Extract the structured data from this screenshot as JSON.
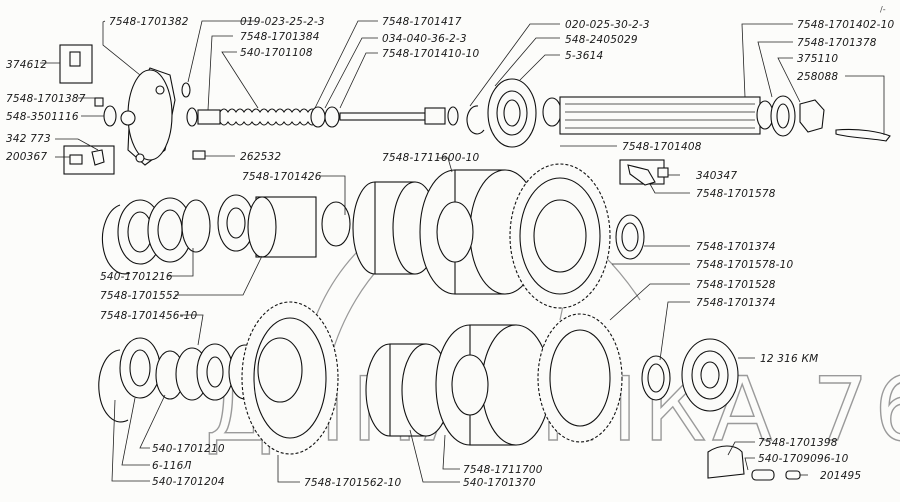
{
  "diagram": {
    "title": "Exploded view of transfer gearbox shaft assembly",
    "watermark": "ДИНАМИКА 76",
    "corner_mark": "/-"
  },
  "labels": {
    "p374612": "374612",
    "p7548_1701382": "7548-1701382",
    "p7548_1701387": "7548-1701387",
    "p548_3501116": "548-3501116",
    "p342773": "342 773",
    "p200367": "200367",
    "p019_023": "019-023-25-2-3",
    "p7548_1701384": "7548-1701384",
    "p540_1701108": "540-1701108",
    "p262532": "262532",
    "p7548_1701417": "7548-1701417",
    "p034_040": "034-040-36-2-3",
    "p7548_1701410_10": "7548-1701410-10",
    "p020_025": "020-025-30-2-3",
    "p548_2405029": "548-2405029",
    "p5_3614": "5-3614",
    "p7548_1701402_10": "7548-1701402-10",
    "p7548_1701378": "7548-1701378",
    "p375110": "375110",
    "p258088": "258088",
    "p7548_1701408": "7548-1701408",
    "p340347": "340347",
    "p7548_1701578": "7548-1701578",
    "p7548_1711600_10": "7548-1711600-10",
    "p7548_1701426": "7548-1701426",
    "p540_1701216": "540-1701216",
    "p7548_1701552": "7548-1701552",
    "p7548_1701374_a": "7548-1701374",
    "p7548_1701578_10": "7548-1701578-10",
    "p7548_1701528": "7548-1701528",
    "p7548_1701374_b": "7548-1701374",
    "p12316km": "12 316 КМ",
    "p7548_1701456_10": "7548-1701456-10",
    "p540_1701210": "540-1701210",
    "p6_116l": "6-116Л",
    "p540_1701204": "540-1701204",
    "p7548_1701562_10": "7548-1701562-10",
    "p7548_1711700": "7548-1711700",
    "p540_1701370": "540-1701370",
    "p7548_1701398": "7548-1701398",
    "p540_1709096_10": "540-1709096-10",
    "p201495": "201495"
  }
}
